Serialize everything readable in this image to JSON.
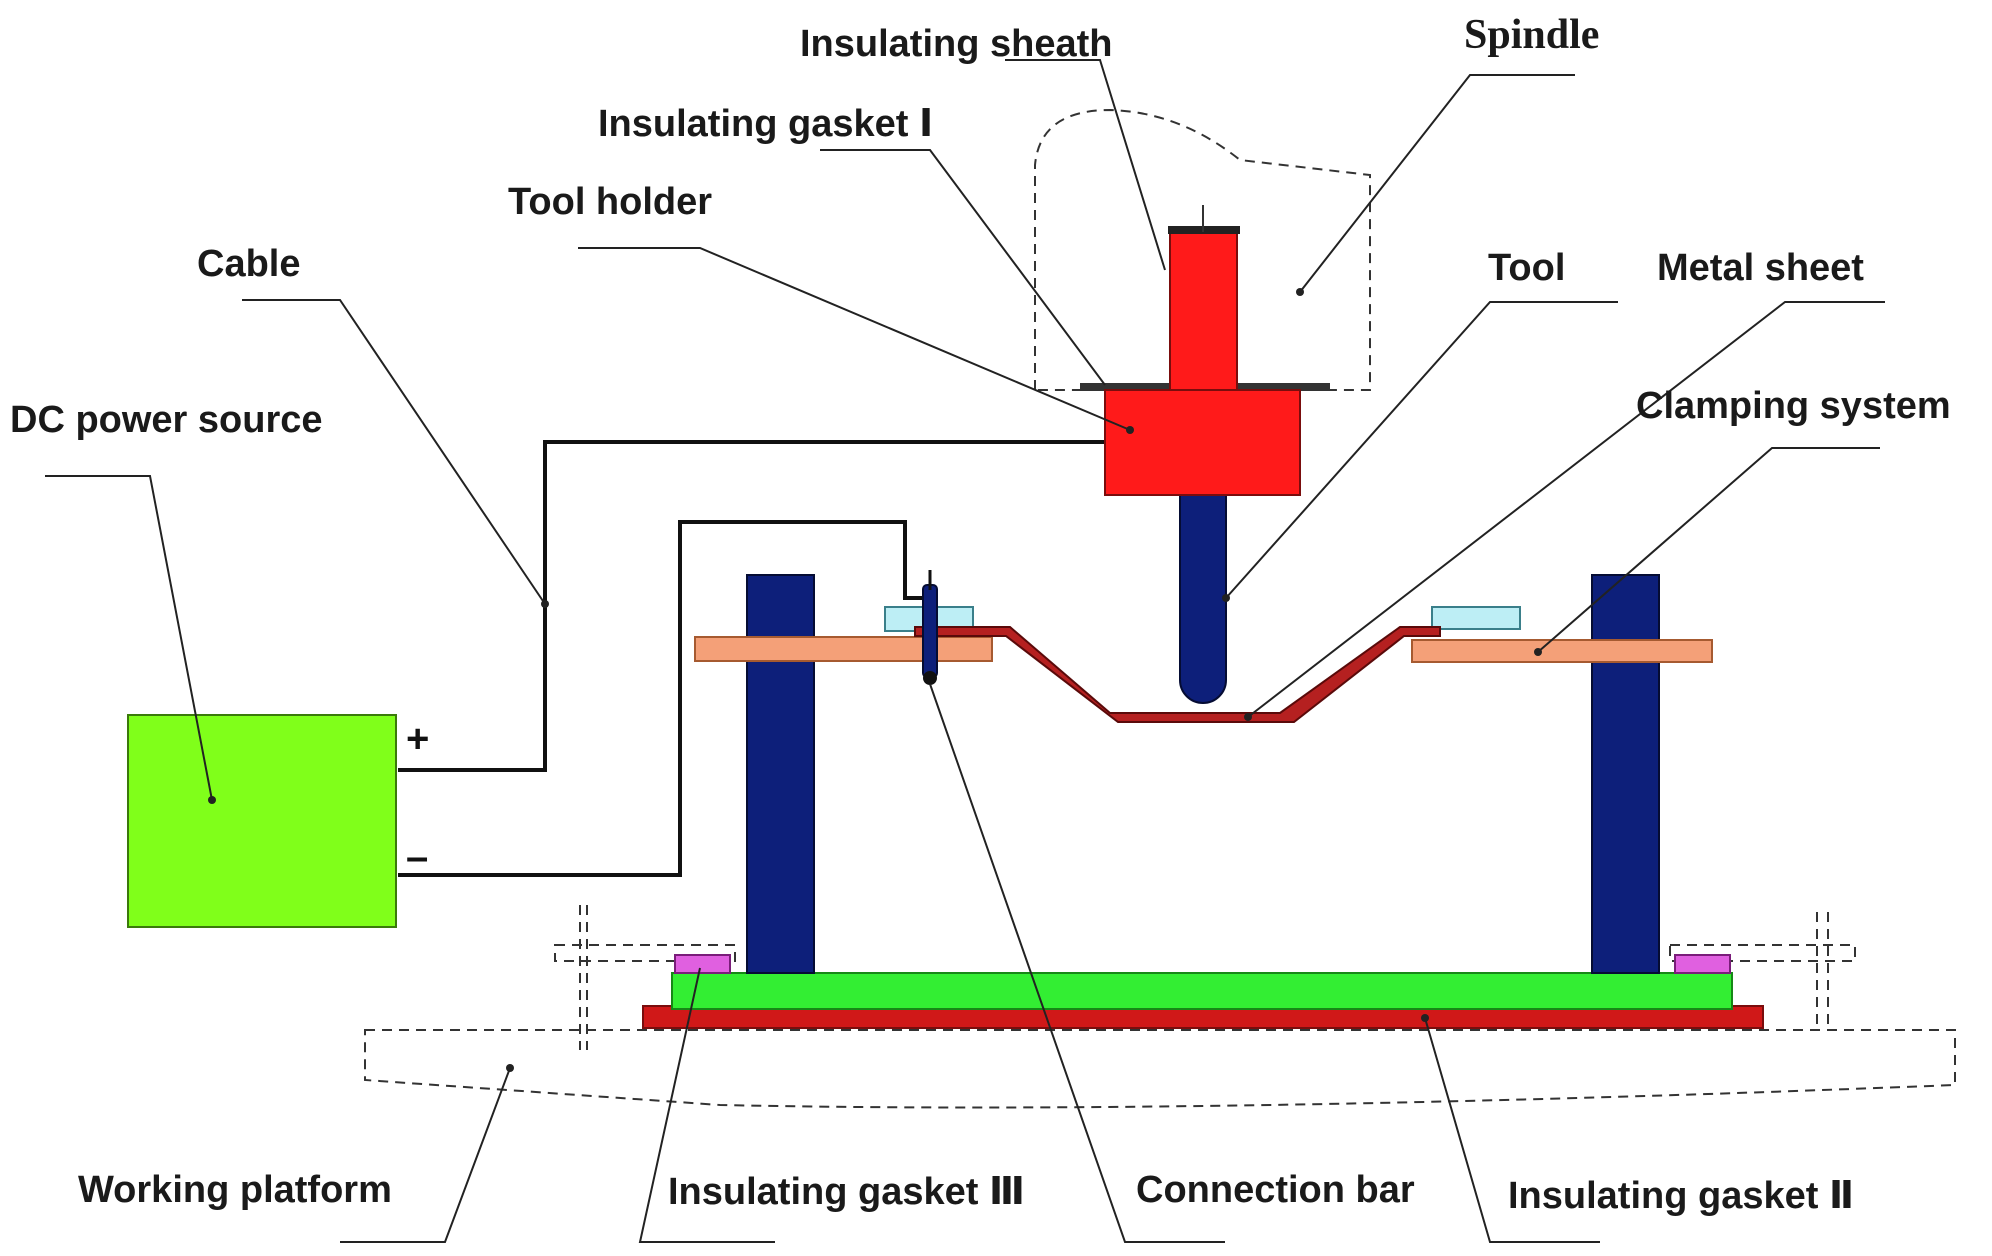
{
  "labels": {
    "insulating_sheath": "Insulating sheath",
    "spindle": "Spindle",
    "insulating_gasket_1": "Insulating gasket Ⅰ",
    "tool_holder": "Tool holder",
    "cable": "Cable",
    "tool": "Tool",
    "metal_sheet": "Metal sheet",
    "clamping_system": "Clamping system",
    "dc_power_source": "DC power source",
    "working_platform": "Working platform",
    "insulating_gasket_3": "Insulating gasket Ⅲ",
    "connection_bar": "Connection bar",
    "insulating_gasket_2": "Insulating gasket Ⅱ"
  },
  "terminals": {
    "positive": "+",
    "negative": "–"
  },
  "colors": {
    "tool_holder": "#ff1a1a",
    "tool": "#0d1f7a",
    "column": "#0d1f7a",
    "power_source": "#80ff1a",
    "metal_sheet": "#b52020",
    "clamp_plate": "#f4a078",
    "clamp_pad": "#bdeef5",
    "base_plate": "#33ee33",
    "bottom_plate": "#d01818",
    "gasket_3": "#e060e0"
  }
}
